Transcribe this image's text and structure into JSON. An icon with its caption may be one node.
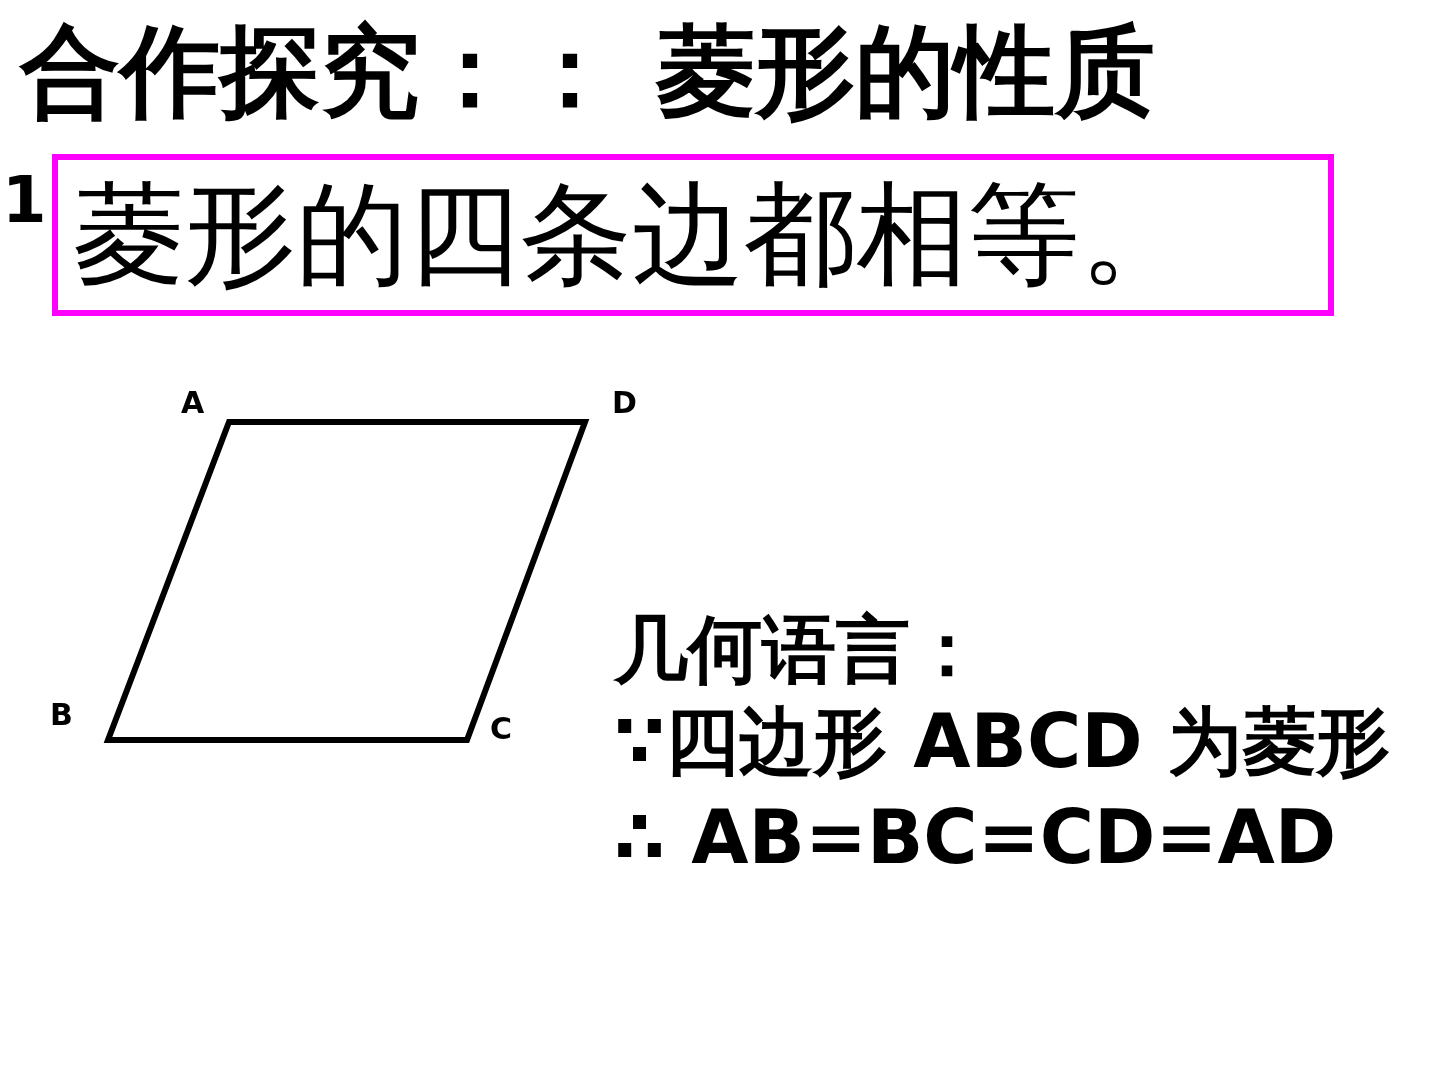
{
  "diagram": {
    "title": "合作探究：： 菱形的性质",
    "nodes": [
      {
        "text": [
          "菱形的四条边都相等。"
        ]
      }
    ],
    "labels": [
      "1",
      "A",
      "D",
      "B",
      "C",
      "几何语言：",
      "∵四边形 ABCD 为菱形",
      "∴ AB=BC=CD=AD"
    ]
  }
}
